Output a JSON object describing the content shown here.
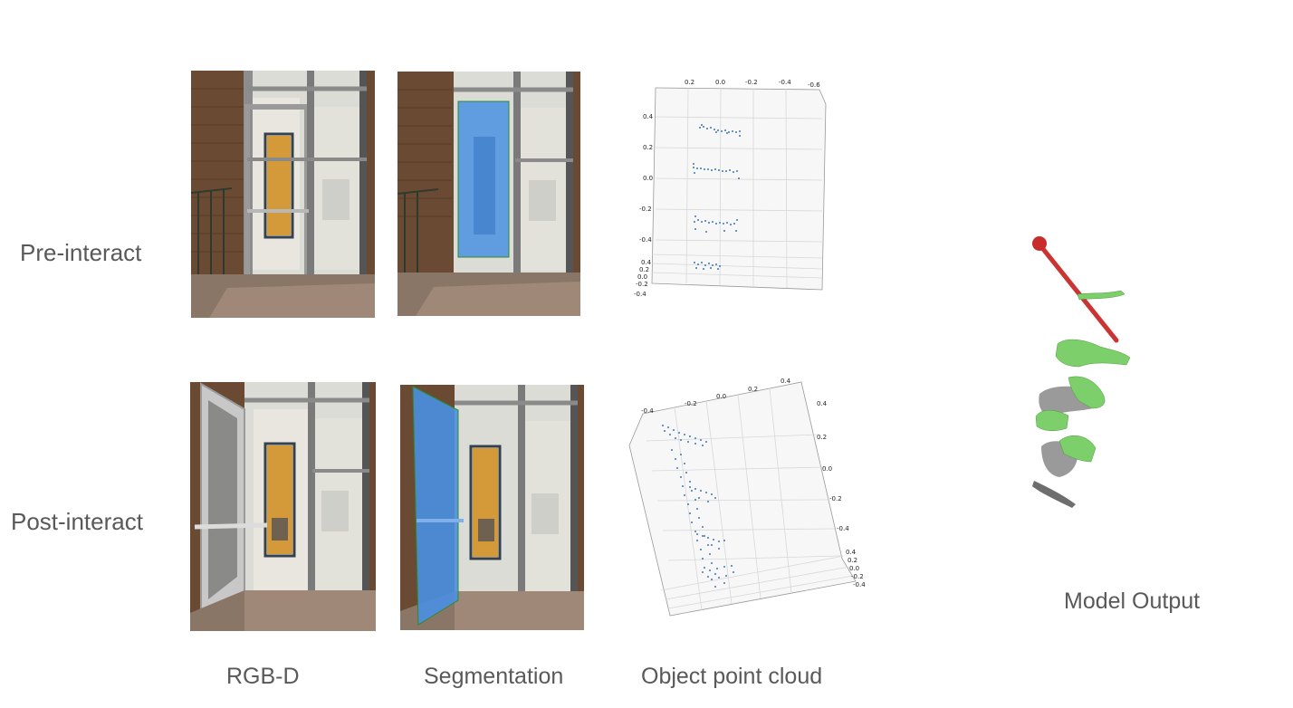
{
  "rows": {
    "pre": "Pre-interact",
    "post": "Post-interact"
  },
  "columns": {
    "rgbd": "RGB-D",
    "segmentation": "Segmentation",
    "point_cloud": "Object point cloud",
    "model_output": "Model Output"
  },
  "pre_plot_ticks": {
    "top": [
      "0.2",
      "0.0",
      "-0.2",
      "-0.4",
      "-0.6"
    ],
    "left": [
      "0.4",
      "0.2",
      "0.0",
      "-0.2",
      "-0.4"
    ],
    "bottom": [
      "0.4",
      "0.2",
      "0.0",
      "-0.2",
      "-0.4"
    ]
  },
  "post_plot_ticks": {
    "top": [
      "-0.4",
      "-0.2",
      "0.0",
      "0.2",
      "0.4"
    ],
    "right": [
      "0.4",
      "0.2",
      "0.0",
      "-0.2",
      "-0.4"
    ],
    "bottom": [
      "0.4",
      "0.2",
      "0.0",
      "-0.2",
      "-0.4"
    ]
  },
  "colors": {
    "mask": "#4a90e2",
    "pointcloud": "#3b78b6",
    "axis": "#cc3333",
    "part_green": "#7ccf6a",
    "part_gray": "#9a9a9a"
  }
}
